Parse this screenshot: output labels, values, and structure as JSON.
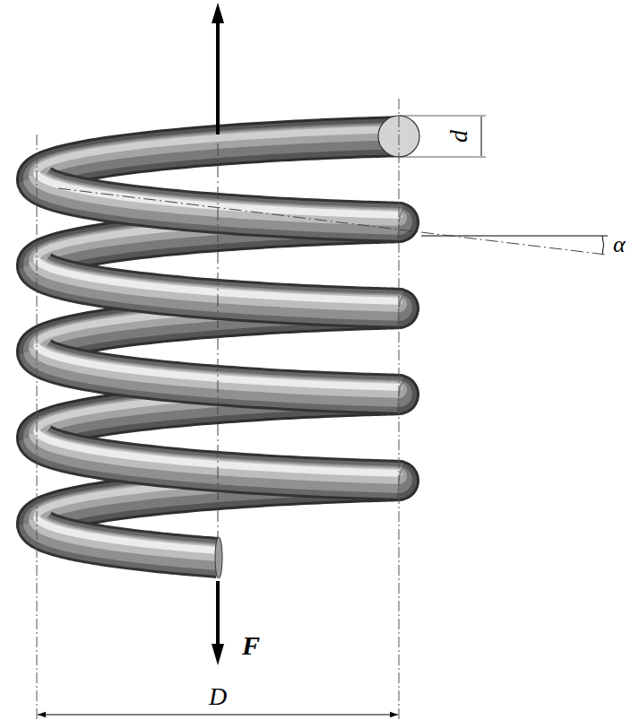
{
  "diagram": {
    "labels": [
      "d",
      "α",
      "F",
      "D"
    ]
  }
}
